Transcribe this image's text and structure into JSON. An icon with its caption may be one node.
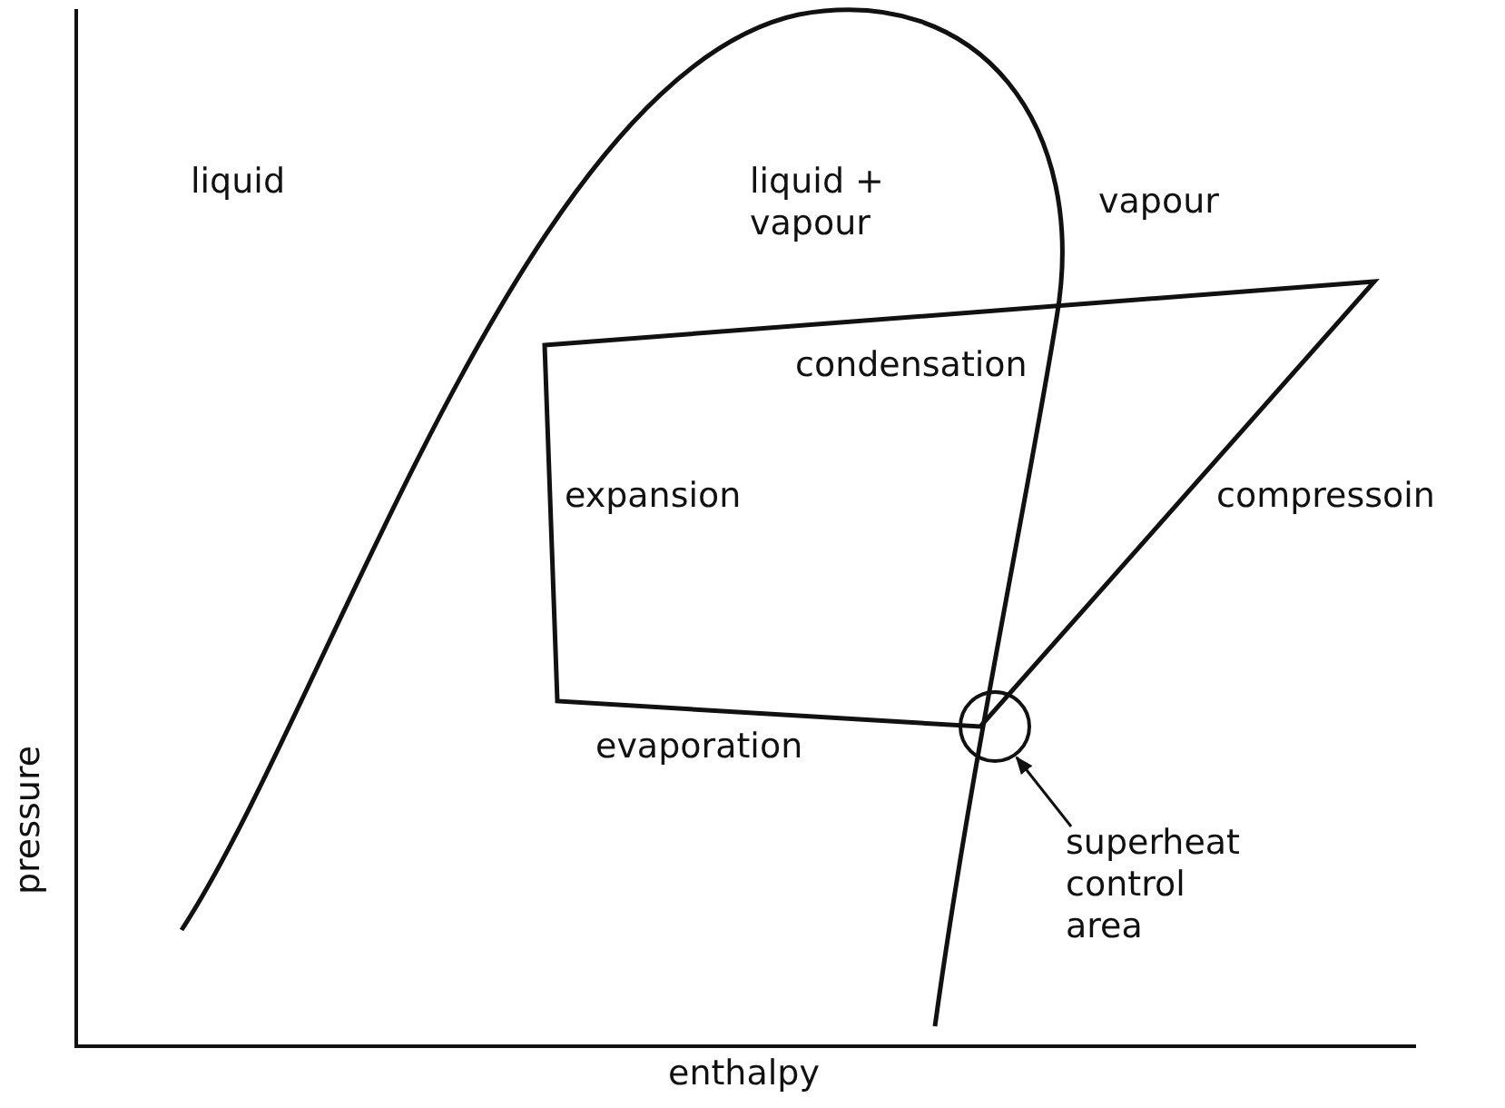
{
  "diagram": {
    "nodes": [
      {
        "text": [
          "superheat control area"
        ]
      },
      {
        "text": [],
        "shape": "circle"
      }
    ],
    "edges": [
      {
        "from": 0,
        "to": 1,
        "arrow": "to"
      }
    ],
    "labels": [
      "liquid",
      "liquid + vapour",
      "vapour",
      "condensation",
      "expansion",
      "compressoin",
      "pressure",
      "evaporation",
      "enthalpy"
    ]
  }
}
